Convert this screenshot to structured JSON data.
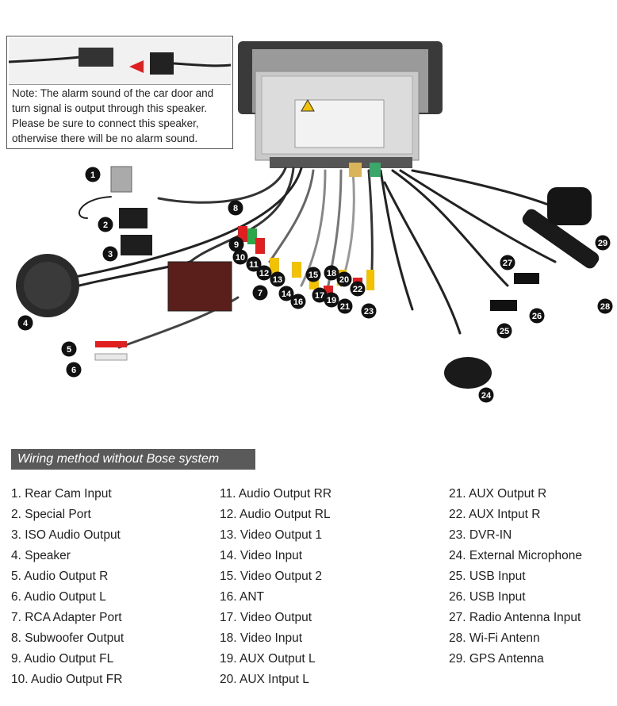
{
  "note": {
    "lines": [
      "Note: The alarm sound of the car door and",
      "turn signal is output through this speaker.",
      "Please be sure to connect this speaker,",
      "otherwise there will be no alarm sound."
    ]
  },
  "section_title": "Wiring method without Bose system",
  "legend": {
    "col1": [
      "1. Rear Cam Input",
      "2. Special Port",
      "3. ISO Audio Output",
      "4. Speaker",
      "5. Audio Output R",
      "6. Audio Output L",
      "7. RCA Adapter Port",
      "8. Subwoofer Output",
      "9. Audio Output FL",
      "10. Audio Output FR"
    ],
    "col2": [
      "11. Audio Output RR",
      "12. Audio Output RL",
      "13. Video Output 1",
      "14. Video Input",
      "15. Video Output 2",
      "16. ANT",
      "17. Video Output",
      "18. Video Input",
      "19. AUX Output L",
      "20. AUX Intput L"
    ],
    "col3": [
      "21. AUX Output R",
      "22. AUX Intput R",
      "23. DVR-IN",
      "24. External Microphone",
      "25. USB Input",
      "26. USB Input",
      "27. Radio Antenna Input",
      "28. Wi-Fi Antenn",
      "29. GPS Antenna"
    ]
  },
  "badges": [
    "1",
    "2",
    "3",
    "4",
    "5",
    "6",
    "7",
    "8",
    "9",
    "10",
    "11",
    "12",
    "13",
    "14",
    "15",
    "16",
    "17",
    "18",
    "19",
    "20",
    "21",
    "22",
    "23",
    "24",
    "25",
    "26",
    "27",
    "28",
    "29"
  ],
  "colors": {
    "badge": "#111111",
    "title_bar": "#5a5a5a",
    "accent_red": "#e02020"
  }
}
